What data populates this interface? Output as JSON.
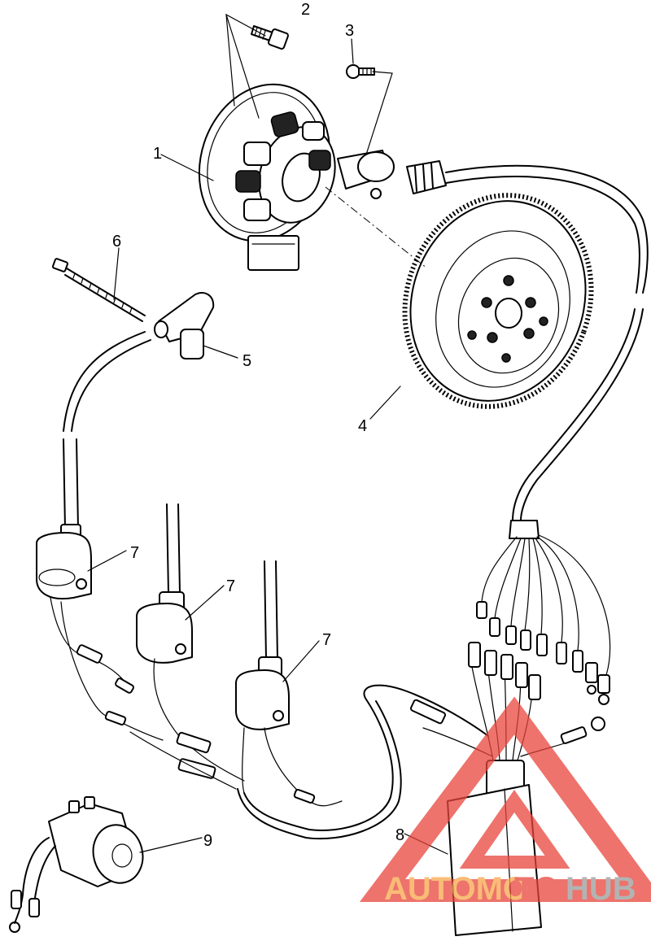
{
  "callouts": [
    {
      "label": "1"
    },
    {
      "label": "2"
    },
    {
      "label": "3"
    },
    {
      "label": "4"
    },
    {
      "label": "5"
    },
    {
      "label": "6"
    },
    {
      "label": "7"
    },
    {
      "label": "7"
    },
    {
      "label": "7"
    },
    {
      "label": "8"
    },
    {
      "label": "9"
    }
  ],
  "watermark": {
    "part1": "AUTOMO",
    "part2": "TO",
    "part3": "HUB",
    "color_orange": "#F7A64A",
    "color_red": "#E8453C",
    "color_gray": "#9A9A9A"
  }
}
